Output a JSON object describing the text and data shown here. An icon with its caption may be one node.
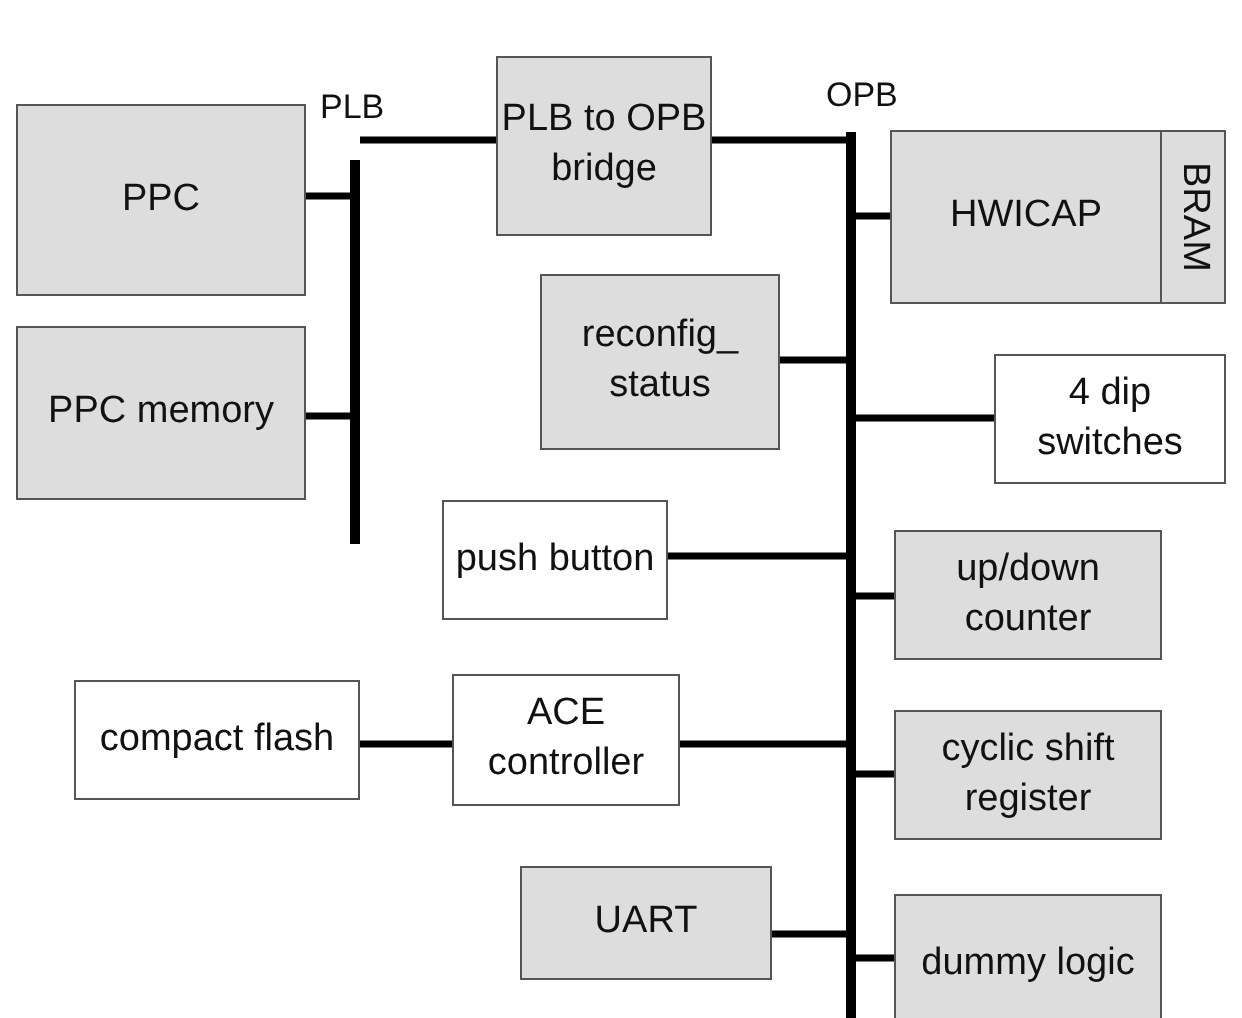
{
  "diagram": {
    "nodes": [
      {
        "text": [
          "PLB"
        ]
      },
      {
        "text": [
          "PPC"
        ]
      },
      {
        "text": [
          "PPC memory"
        ]
      },
      {
        "text": [
          "PLB to OPB bridge"
        ]
      },
      {
        "text": [
          "OPB"
        ]
      },
      {
        "text": [
          "HWICAP"
        ]
      },
      {
        "text": [
          "BRAM"
        ]
      },
      {
        "text": [
          "reconfig_ status"
        ]
      },
      {
        "text": [
          "4 dip switches"
        ]
      },
      {
        "text": [
          "push button"
        ]
      },
      {
        "text": [
          "up/down counter"
        ]
      },
      {
        "text": [
          "compact flash"
        ]
      },
      {
        "text": [
          "ACE controller"
        ]
      },
      {
        "text": [
          "cyclic shift register"
        ]
      },
      {
        "text": [
          "UART"
        ]
      },
      {
        "text": [
          "dummy logic"
        ]
      }
    ],
    "edges": [
      {
        "from": 1,
        "to": 0,
        "arrow": "none"
      },
      {
        "from": 2,
        "to": 0,
        "arrow": "none"
      },
      {
        "from": 0,
        "to": 3,
        "arrow": "none"
      },
      {
        "from": 3,
        "to": 4,
        "arrow": "none"
      },
      {
        "from": 4,
        "to": 5,
        "arrow": "none"
      },
      {
        "from": 7,
        "to": 4,
        "arrow": "none"
      },
      {
        "from": 4,
        "to": 8,
        "arrow": "none"
      },
      {
        "from": 9,
        "to": 4,
        "arrow": "none"
      },
      {
        "from": 4,
        "to": 10,
        "arrow": "none"
      },
      {
        "from": 11,
        "to": 12,
        "arrow": "none"
      },
      {
        "from": 12,
        "to": 4,
        "arrow": "none"
      },
      {
        "from": 4,
        "to": 13,
        "arrow": "none"
      },
      {
        "from": 14,
        "to": 4,
        "arrow": "none"
      },
      {
        "from": 4,
        "to": 15,
        "arrow": "none"
      }
    ]
  }
}
